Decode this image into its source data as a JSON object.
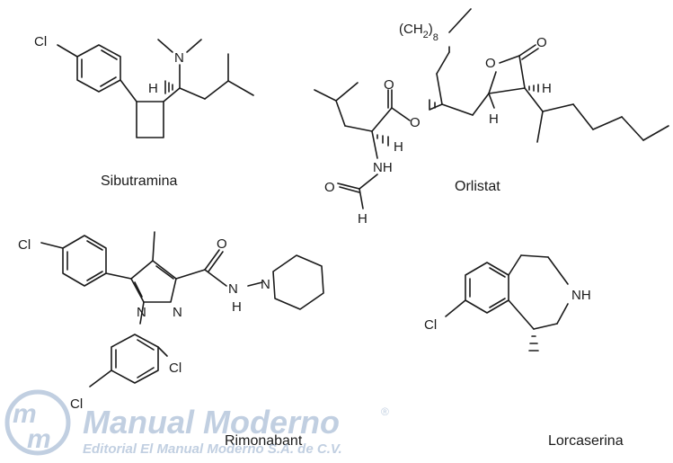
{
  "compounds": [
    {
      "name": "Sibutramina"
    },
    {
      "name": "Orlistat"
    },
    {
      "name": "Rimonabant"
    },
    {
      "name": "Lorcaserina"
    }
  ],
  "atoms": {
    "cl": "Cl",
    "n": "N",
    "h": "H",
    "o": "O",
    "nh": "NH",
    "ch2": "(CH",
    "two": "2",
    "close": ")",
    "eight": "8"
  },
  "watermark": {
    "brand": "Manual Moderno",
    "registered": "®",
    "publisher": "Editorial El Manual Moderno S.A. de C.V."
  },
  "colors": {
    "ink": "#1a1a1a",
    "watermark": "#8fa9c9"
  }
}
